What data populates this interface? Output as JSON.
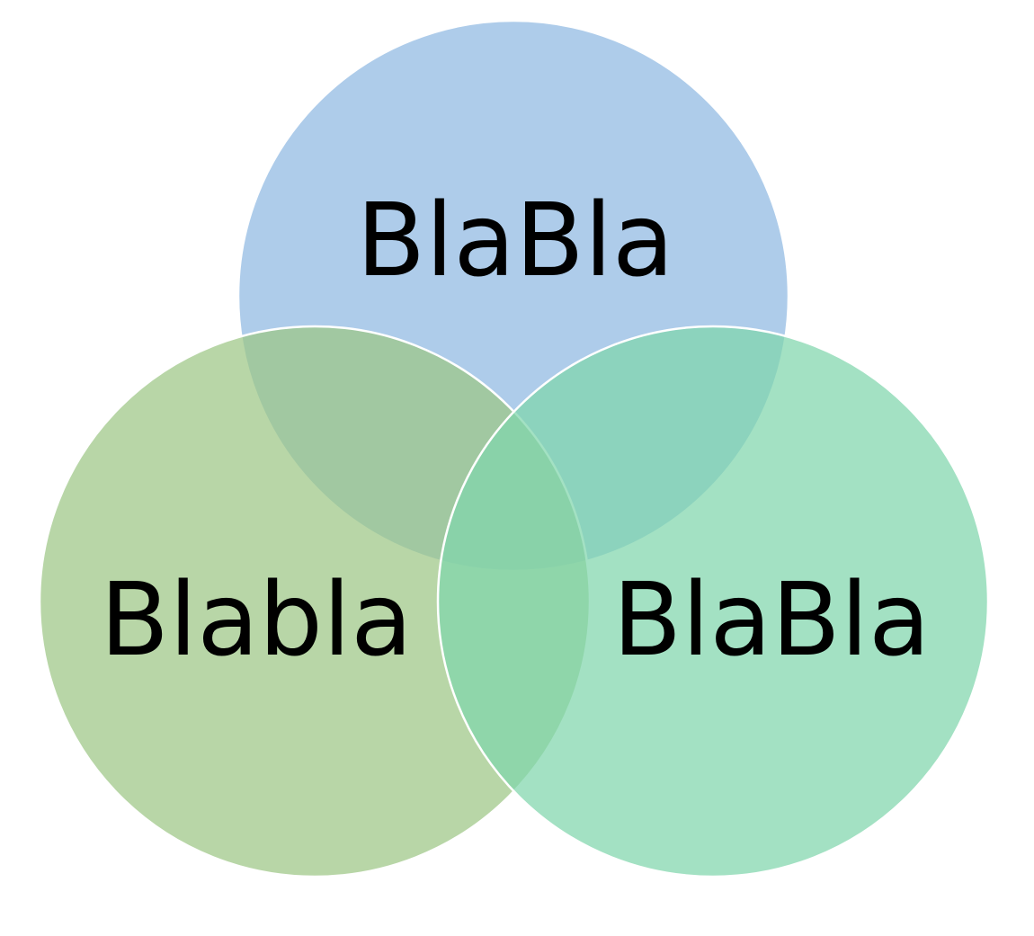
{
  "diagram": {
    "type": "venn",
    "sets": [
      {
        "id": "top",
        "label": "BlaBla",
        "color": "#8fb8e2"
      },
      {
        "id": "left",
        "label": "Blabla",
        "color": "#9cc685"
      },
      {
        "id": "right",
        "label": "BlaBla",
        "color": "#7fd6ac"
      }
    ],
    "opacity": 0.72
  }
}
